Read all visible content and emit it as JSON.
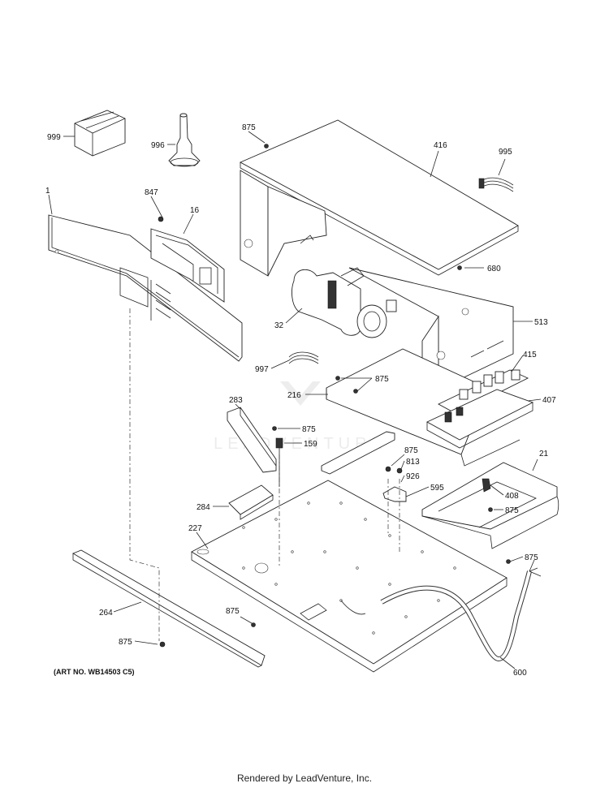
{
  "watermark": "LEADVENTURE",
  "art_number": "(ART NO. WB14503 C5)",
  "footer": "Rendered by LeadVenture, Inc.",
  "callouts": [
    {
      "id": "c999",
      "label": "999"
    },
    {
      "id": "c996",
      "label": "996"
    },
    {
      "id": "c875a",
      "label": "875"
    },
    {
      "id": "c416",
      "label": "416"
    },
    {
      "id": "c995",
      "label": "995"
    },
    {
      "id": "c1",
      "label": "1"
    },
    {
      "id": "c847",
      "label": "847"
    },
    {
      "id": "c16",
      "label": "16"
    },
    {
      "id": "c680",
      "label": "680"
    },
    {
      "id": "c32",
      "label": "32"
    },
    {
      "id": "c513",
      "label": "513"
    },
    {
      "id": "c415",
      "label": "415"
    },
    {
      "id": "c997",
      "label": "997"
    },
    {
      "id": "c875b",
      "label": "875"
    },
    {
      "id": "c216",
      "label": "216"
    },
    {
      "id": "c407",
      "label": "407"
    },
    {
      "id": "c283",
      "label": "283"
    },
    {
      "id": "c875c",
      "label": "875"
    },
    {
      "id": "c159",
      "label": "159"
    },
    {
      "id": "c875d",
      "label": "875"
    },
    {
      "id": "c813",
      "label": "813"
    },
    {
      "id": "c926",
      "label": "926"
    },
    {
      "id": "c595",
      "label": "595"
    },
    {
      "id": "c21",
      "label": "21"
    },
    {
      "id": "c408",
      "label": "408"
    },
    {
      "id": "c875e",
      "label": "875"
    },
    {
      "id": "c284",
      "label": "284"
    },
    {
      "id": "c227",
      "label": "227"
    },
    {
      "id": "c875f",
      "label": "875"
    },
    {
      "id": "c264",
      "label": "264"
    },
    {
      "id": "c875g",
      "label": "875"
    },
    {
      "id": "c875h",
      "label": "875"
    },
    {
      "id": "c600",
      "label": "600"
    }
  ]
}
